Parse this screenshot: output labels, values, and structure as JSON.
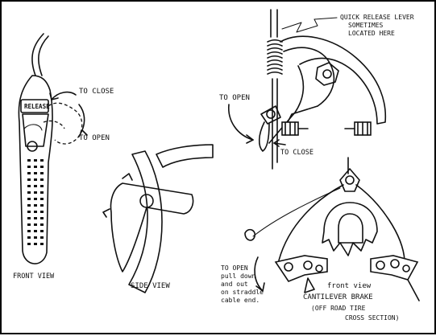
{
  "labels": {
    "release": "RELEASE",
    "to_close_left": "TO CLOSE",
    "to_open_left": "TO OPEN",
    "front_view_left": "FRONT VIEW",
    "side_view": "SIDE VIEW",
    "qr_line1": "QUICK RELEASE LEVER",
    "qr_line2": "SOMETIMES",
    "qr_line3": "LOCATED HERE",
    "to_open_right": "TO OPEN",
    "to_close_right": "TO CLOSE",
    "to_open_bottom": "TO OPEN",
    "pull_line1": "pull down",
    "pull_line2": "and out",
    "pull_line3": "on straddle",
    "pull_line4": "cable end.",
    "front_view_right": "front view",
    "cantilever_brake": "CANTILEVER BRAKE",
    "tire_line1": "(OFF ROAD TIRE",
    "tire_line2": "CROSS SECTION)"
  }
}
